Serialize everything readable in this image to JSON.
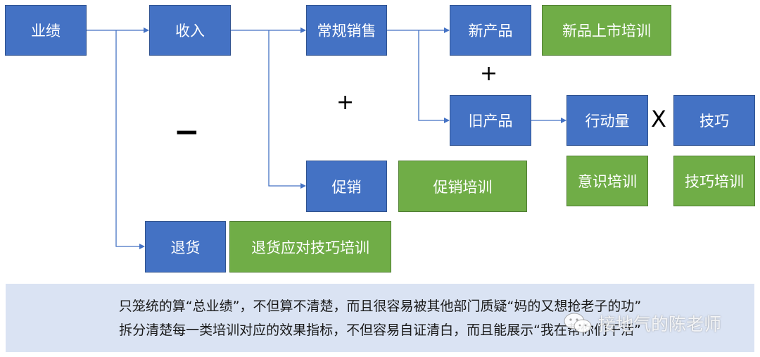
{
  "diagram": {
    "nodes": {
      "performance": "业绩",
      "revenue": "收入",
      "regular_sales": "常规销售",
      "new_product": "新产品",
      "new_product_training": "新品上市培训",
      "old_product": "旧产品",
      "action_volume": "行动量",
      "skill": "技巧",
      "awareness_training": "意识培训",
      "skill_training": "技巧培训",
      "promotion": "促销",
      "promotion_training": "促销培训",
      "returns": "退货",
      "returns_handling_training": "退货应对技巧培训"
    },
    "operators": {
      "minus": "−",
      "plus_revenue": "+",
      "plus_products": "+",
      "times": "X"
    },
    "colors": {
      "metric_box": "#4472c4",
      "training_box": "#70ad47",
      "connector": "#4472c4",
      "banner_bg": "#dae3f3"
    }
  },
  "banner": {
    "line1": "只笼统的算“总业绩”，不但算不清楚，而且很容易被其他部门质疑“妈的又想抢老子的功”",
    "line2": "拆分清楚每一类培训对应的效果指标，不但容易自证清白，而且能展示“我在帮你们干活”"
  },
  "watermark": {
    "text": "接地气的陈老师",
    "icon": "wechat-icon"
  }
}
